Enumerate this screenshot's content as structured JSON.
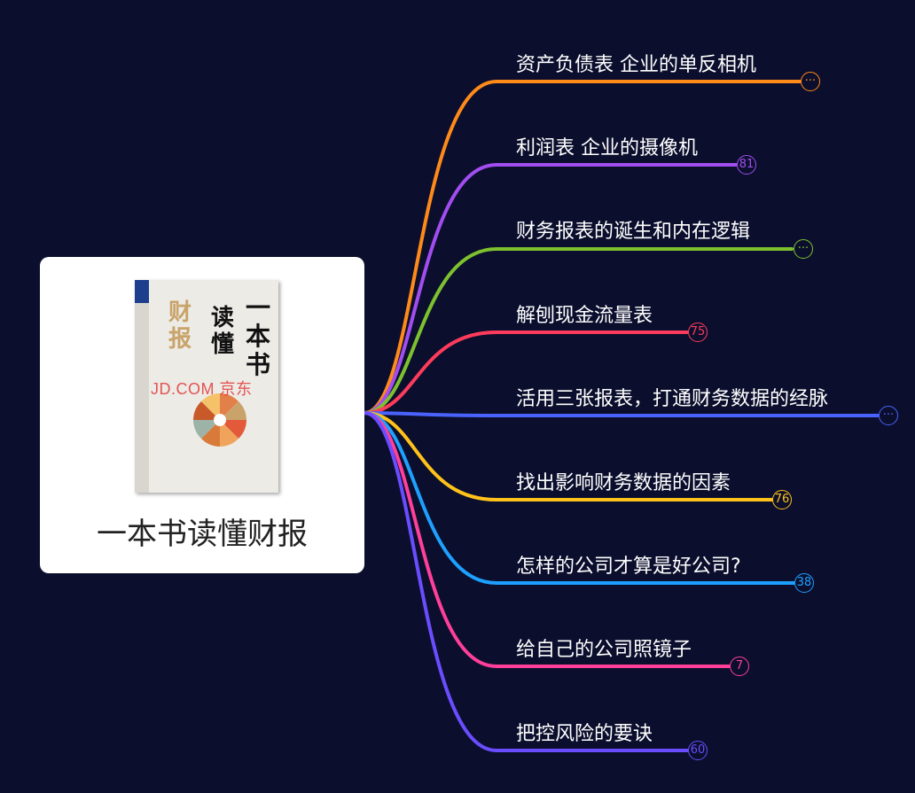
{
  "root": {
    "title": "一本书读懂财报",
    "cover": {
      "title_lines": [
        "一",
        "本",
        "书",
        "读",
        "懂",
        "财",
        "报"
      ],
      "watermark": "JD.COM 京东"
    }
  },
  "branches": [
    {
      "label": "资产负债表 企业的单反相机",
      "badge": "···",
      "color": "#ff8a1a"
    },
    {
      "label": "利润表 企业的摄像机",
      "badge": "81",
      "color": "#a24df0"
    },
    {
      "label": "财务报表的诞生和内在逻辑",
      "badge": "···",
      "color": "#7ec12f"
    },
    {
      "label": "解刨现金流量表",
      "badge": "75",
      "color": "#ff3b5c"
    },
    {
      "label": "活用三张报表，打通财务数据的经脉",
      "badge": "···",
      "color": "#4a63ff"
    },
    {
      "label": "找出影响财务数据的因素",
      "badge": "76",
      "color": "#ffc21a"
    },
    {
      "label": "怎样的公司才算是好公司?",
      "badge": "38",
      "color": "#1ea0ff"
    },
    {
      "label": "给自己的公司照镜子",
      "badge": "7",
      "color": "#ff3f9a"
    },
    {
      "label": "把控风险的要诀",
      "badge": "60",
      "color": "#6a4dff"
    }
  ]
}
